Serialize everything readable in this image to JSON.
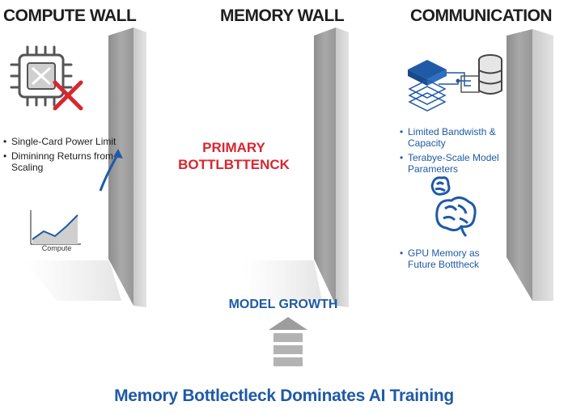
{
  "headings": {
    "compute": "COMPUTE WALL",
    "memory": "MEMORY WALL",
    "communication": "COMMUNICATION"
  },
  "compute_bullets": [
    "Single-Card Power Limit",
    "Dimininng Returns from Scaling"
  ],
  "compute_chart_label": "Compute",
  "primary_label": "PRIMARY BOTTLBTTENCK",
  "communication_bullets": [
    "Limited Bandwisth & Capacity",
    "Terabye-Scale Model Parameters"
  ],
  "gpu_bullet": "GPU Memory as Future Botttheck",
  "growth_label": "MODEL GROWTH",
  "bottom_title": "Memory Bottlectleck Dominates AI Training",
  "colors": {
    "accent_blue": "#1f5aa6",
    "alert_red": "#d8262f",
    "wall_gray": "#9a9a9a"
  }
}
